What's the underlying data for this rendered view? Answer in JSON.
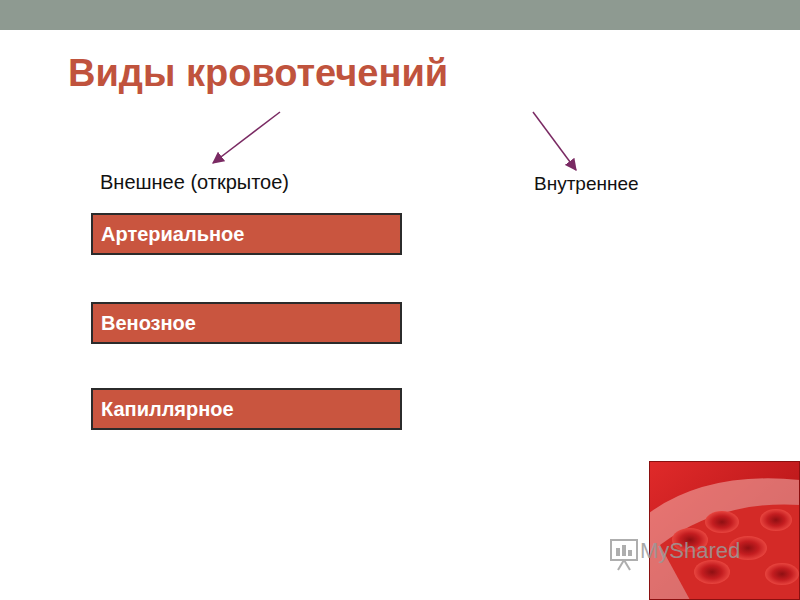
{
  "diagram": {
    "title": "Виды кровотечений",
    "nodes": [
      {
        "text": [
          "Артериальное"
        ]
      },
      {
        "text": [
          "Венозное"
        ]
      },
      {
        "text": [
          "Капиллярное"
        ]
      }
    ],
    "labels": [
      "Внешнее (открытое)",
      "Внутреннее",
      "MyShared"
    ]
  }
}
